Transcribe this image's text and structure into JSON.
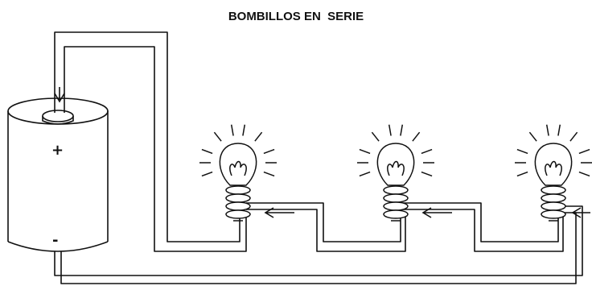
{
  "title": "BOMBILLOS EN  SERIE",
  "battery": {
    "positive_label": "+",
    "negative_label": "-"
  },
  "bulbs": [
    {
      "name": "bulb-1"
    },
    {
      "name": "bulb-2"
    },
    {
      "name": "bulb-3"
    }
  ],
  "colors": {
    "ink": "#111111",
    "background": "#ffffff"
  }
}
